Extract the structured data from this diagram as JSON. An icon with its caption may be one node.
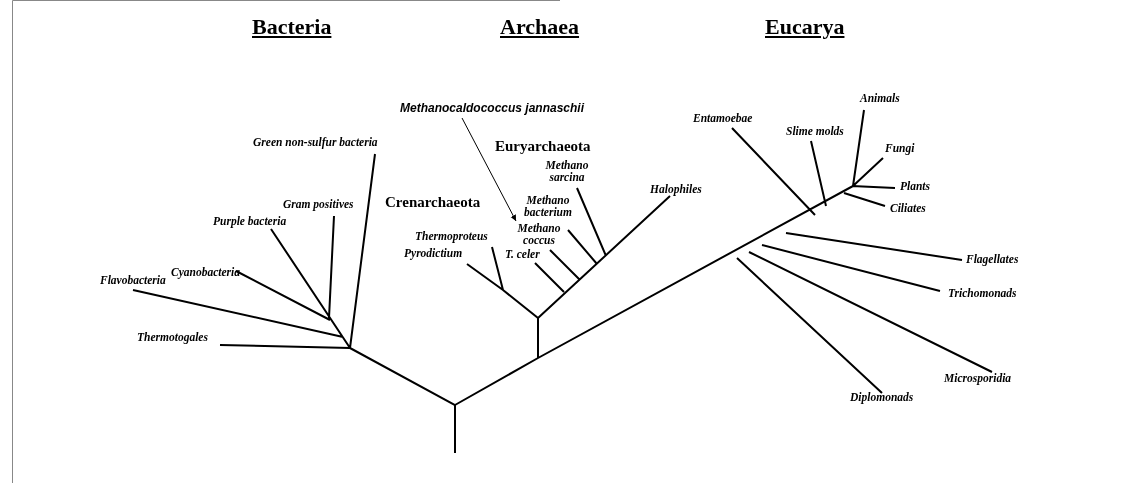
{
  "diagram": {
    "nodes": [
      {
        "text": [
          "Methanocaldococcus jannaschii"
        ]
      },
      {
        "text": [
          "Methano coccus"
        ]
      }
    ],
    "edges": [
      {
        "from": 0,
        "to": 1,
        "arrow": "to"
      }
    ],
    "labels": [
      "Bacteria",
      "Archaea",
      "Eucarya",
      "Euryarchaeota",
      "Animals",
      "Entamoebae",
      "Slime molds",
      "Green non-sulfur bacteria",
      "Fungi",
      "Methano sarcina",
      "Plants",
      "Crenarchaeota",
      "Halophiles",
      "Methano bacterium",
      "Ciliates",
      "Gram positives",
      "Purple bacteria",
      "Thermoproteus",
      "Pyrodictium",
      "T. celer",
      "Flagellates",
      "Cyanobacteria",
      "Flavobacteria",
      "Trichomonads",
      "Thermotogales",
      "Microsporidia",
      "Diplomonads"
    ]
  }
}
